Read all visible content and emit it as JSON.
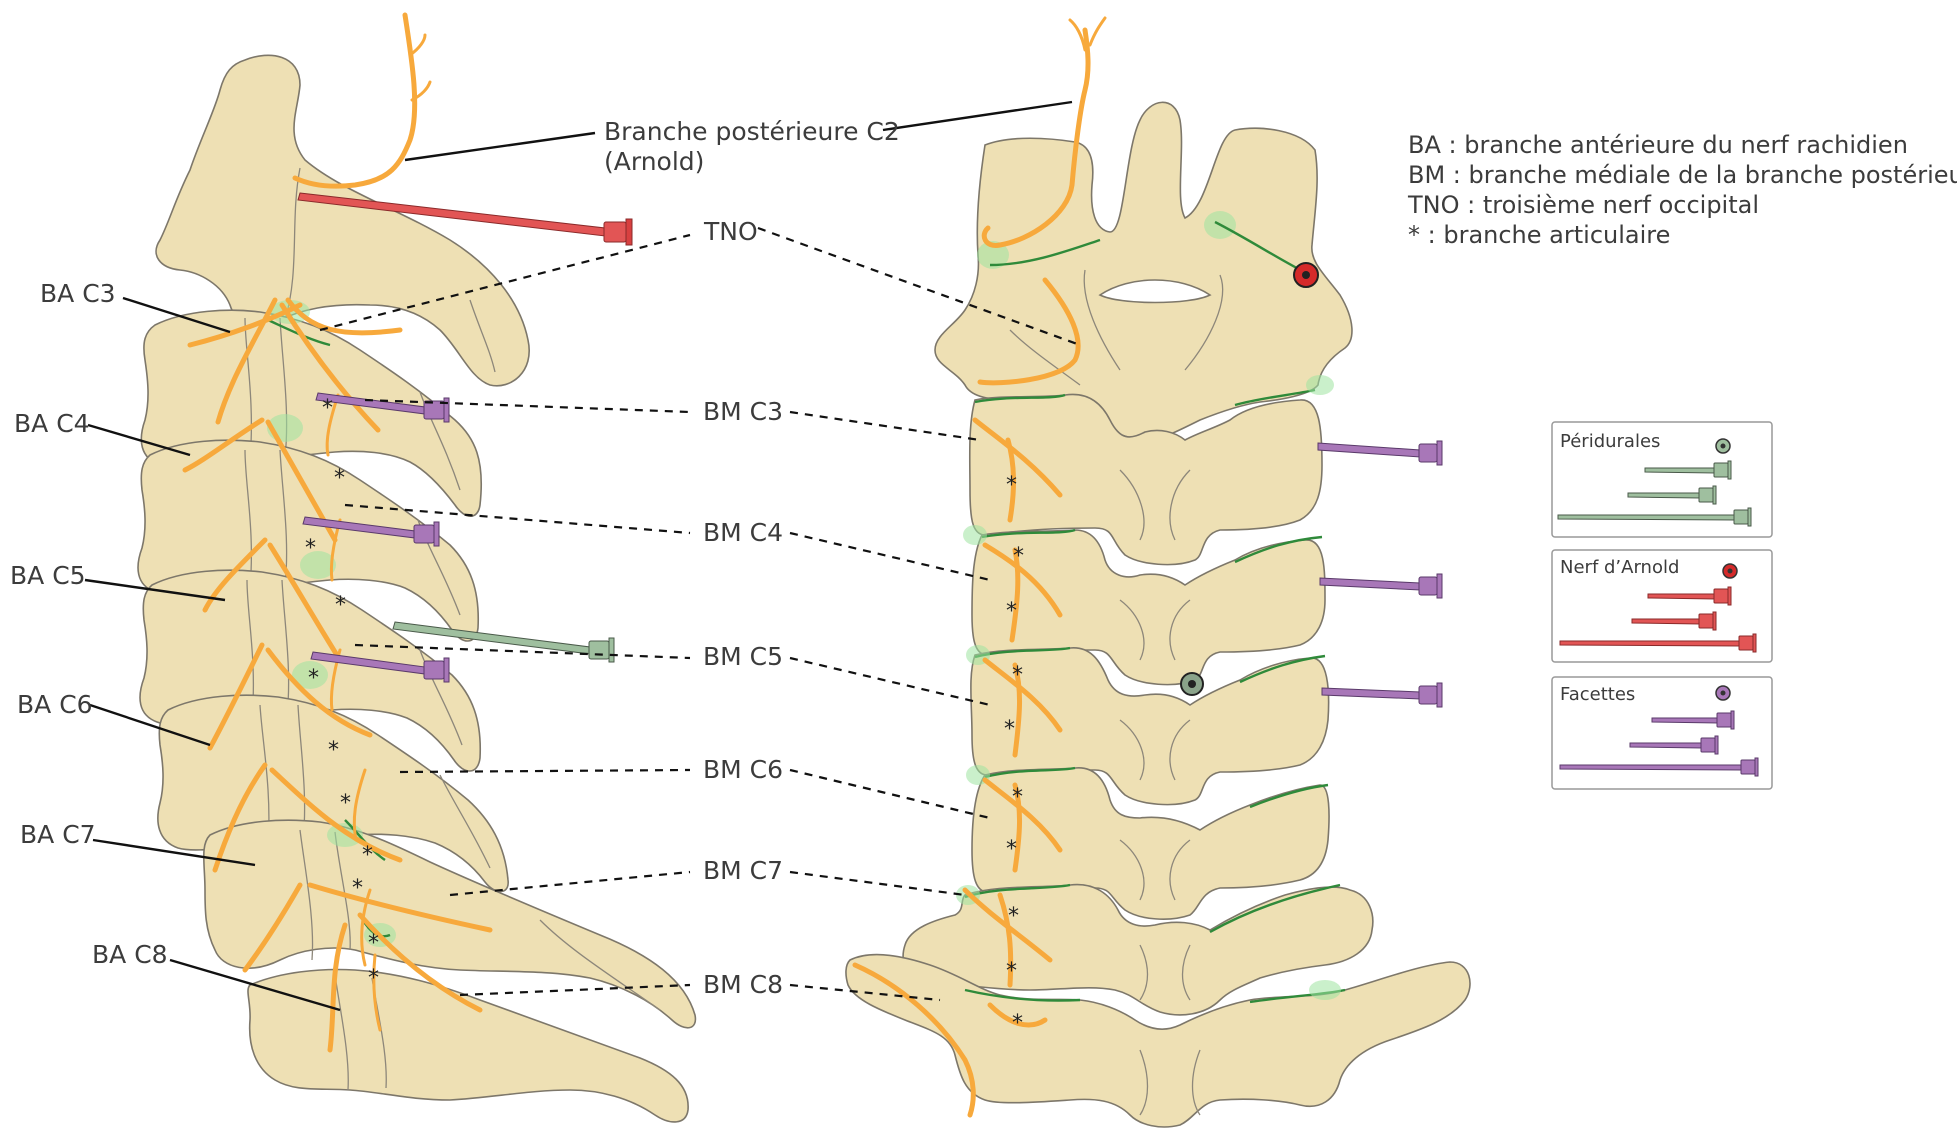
{
  "labels": {
    "branche_post_c2_line1": "Branche postérieure C2",
    "branche_post_c2_line2": "(Arnold)",
    "tno": "TNO",
    "ba_c3": "BA C3",
    "ba_c4": "BA C4",
    "ba_c5": "BA C5",
    "ba_c6": "BA C6",
    "ba_c7": "BA C7",
    "ba_c8": "BA C8",
    "bm_c3": "BM C3",
    "bm_c4": "BM C4",
    "bm_c5": "BM C5",
    "bm_c6": "BM C6",
    "bm_c7": "BM C7",
    "bm_c8": "BM C8"
  },
  "legend_text": [
    "BA : branche antérieure du nerf rachidien",
    "BM : branche médiale de la branche postérieure",
    "TNO : troisième nerf occipital",
    "* : branche articulaire"
  ],
  "needle_boxes": [
    {
      "title": "Péridurales",
      "color": "#9fbf9f",
      "dot": "#4a5a4a"
    },
    {
      "title": "Nerf d’Arnold",
      "color": "#e25555",
      "dot": "#d52a2a"
    },
    {
      "title": "Facettes",
      "color": "#a877b8",
      "dot": "#8a5a9c"
    }
  ],
  "asterisk": "*",
  "colors": {
    "bone": "#eee0b4",
    "nerve": "#f7a93c",
    "joint": "#2f8a3a",
    "needle_red": "#e25555",
    "needle_purple": "#a877b8",
    "needle_green": "#9fbf9f"
  }
}
